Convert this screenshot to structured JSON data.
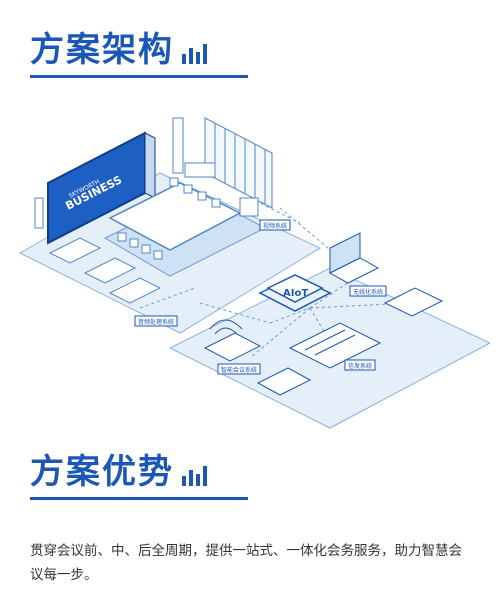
{
  "sections": {
    "architecture_title": "方案架构",
    "advantage_title": "方案优势"
  },
  "diagram": {
    "screen_brand_small": "SKYWORTH",
    "screen_brand_big": "BUSINESS",
    "chip_label": "AIoT",
    "labels": {
      "video": "视频系统",
      "wireless": "无线化系统",
      "smart_control": "智能会议系统",
      "audio": "音频处理系统",
      "info": "信发系统"
    }
  },
  "description": "贯穿会议前、中、后全周期，提供一站式、一体化会务服务，助力智慧会议每一步。",
  "colors": {
    "accent": "#1a57b8",
    "light_blue": "#d6e7f7",
    "line_blue": "#5b8ec9"
  }
}
